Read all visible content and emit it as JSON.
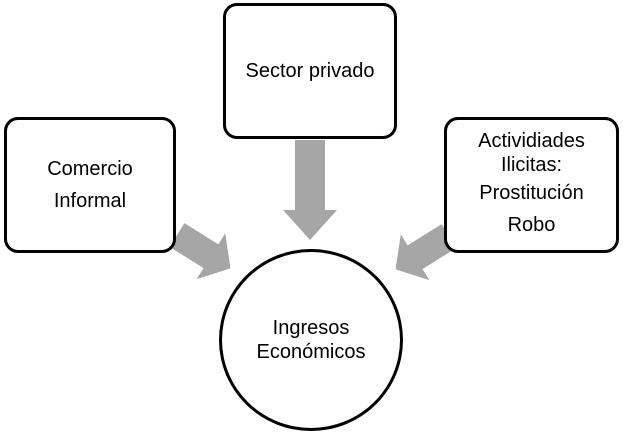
{
  "nodes": {
    "center": {
      "lines": [
        "Ingresos",
        "Económicos"
      ]
    },
    "top": {
      "lines": [
        "Sector privado"
      ]
    },
    "left": {
      "lines": [
        "Comercio",
        "Informal"
      ]
    },
    "right": {
      "lines": [
        "Actividiades",
        "Ilicitas:",
        "Prostitución",
        "Robo"
      ]
    }
  },
  "colors": {
    "arrow": "#a6a6a6",
    "border": "#000000",
    "text": "#000000"
  },
  "edges": [
    {
      "from": "top",
      "to": "center"
    },
    {
      "from": "left",
      "to": "center"
    },
    {
      "from": "right",
      "to": "center"
    }
  ]
}
